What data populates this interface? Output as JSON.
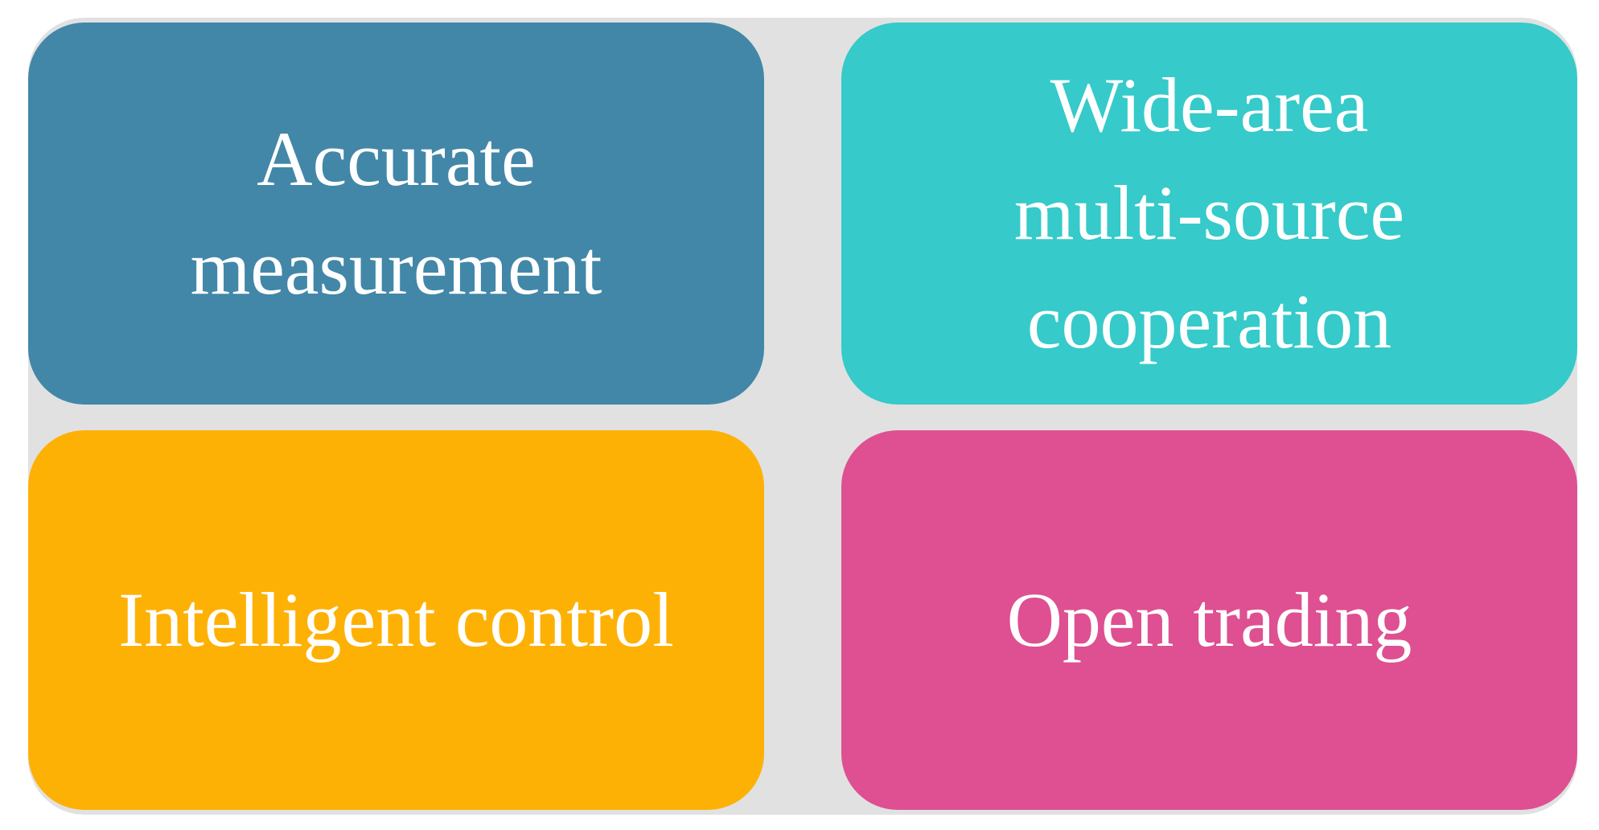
{
  "canvas": {
    "background_color": "#ffffff"
  },
  "panel": {
    "color": "#e1e1e1"
  },
  "text_color": "#ffffff",
  "boxes": {
    "accurate_measurement": {
      "color": "#4287a8",
      "lines": {
        "0": "Accurate",
        "1": "measurement"
      }
    },
    "wide_area": {
      "color": "#36caca",
      "lines": {
        "0": "Wide-area",
        "1": "multi-source",
        "2": "cooperation"
      }
    },
    "intelligent_control": {
      "color": "#feb105",
      "lines": {
        "0": "Intelligent control"
      }
    },
    "open_trading": {
      "color": "#de5091",
      "lines": {
        "0": "Open trading"
      }
    }
  }
}
